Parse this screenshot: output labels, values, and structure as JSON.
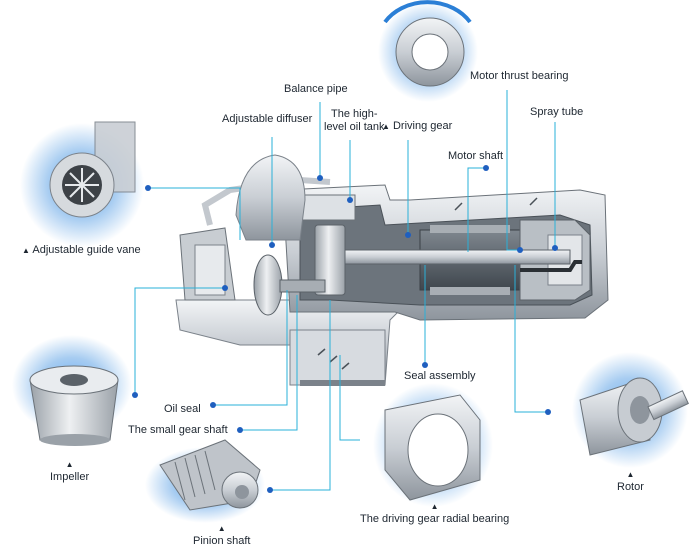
{
  "labels": {
    "adjustable_guide_vane": "Adjustable guide vane",
    "balance_pipe": "Balance pipe",
    "adjustable_diffuser": "Adjustable diffuser",
    "high_level_oil_tank": [
      "The high-",
      "level oil tank"
    ],
    "driving_gear": "Driving gear",
    "motor_thrust_bearing": "Motor thrust bearing",
    "spray_tube": "Spray tube",
    "motor_shaft": "Motor shaft",
    "seal_assembly": "Seal assembly",
    "oil_seal": "Oil seal",
    "small_gear_shaft": "The small gear shaft",
    "impeller": "Impeller",
    "rotor": "Rotor",
    "pinion_shaft": "Pinion shaft",
    "driving_gear_radial_bearing": "The driving gear radial bearing"
  },
  "marker": "▲",
  "colors": {
    "leader": "#2ab0d8",
    "dot": "#1f5fbf",
    "glow": "#3d8fe0",
    "casing_light": "#e9ecef",
    "casing_mid": "#c3c8ce",
    "casing_dark": "#8e959d",
    "text": "#1d2630"
  }
}
